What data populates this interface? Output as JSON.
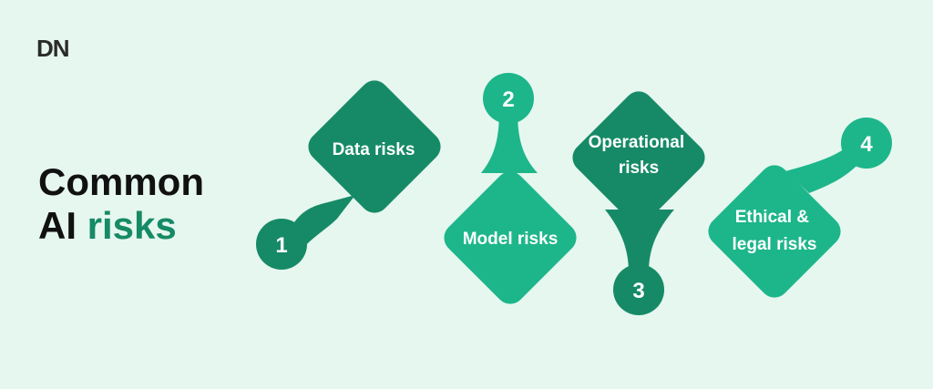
{
  "logo": {
    "text": "DN"
  },
  "title": {
    "line1": "Common",
    "line2_prefix": "AI",
    "line2_accent": "risks"
  },
  "risks": [
    {
      "number": "1",
      "label_lines": [
        "Data risks"
      ]
    },
    {
      "number": "2",
      "label_lines": [
        "Model risks"
      ]
    },
    {
      "number": "3",
      "label_lines": [
        "Operational",
        "risks"
      ]
    },
    {
      "number": "4",
      "label_lines": [
        "Ethical &",
        "legal risks"
      ]
    }
  ],
  "colors": {
    "background": "#e6f7ef",
    "dark_green": "#168a66",
    "light_green": "#1db68a",
    "text": "#111111"
  }
}
